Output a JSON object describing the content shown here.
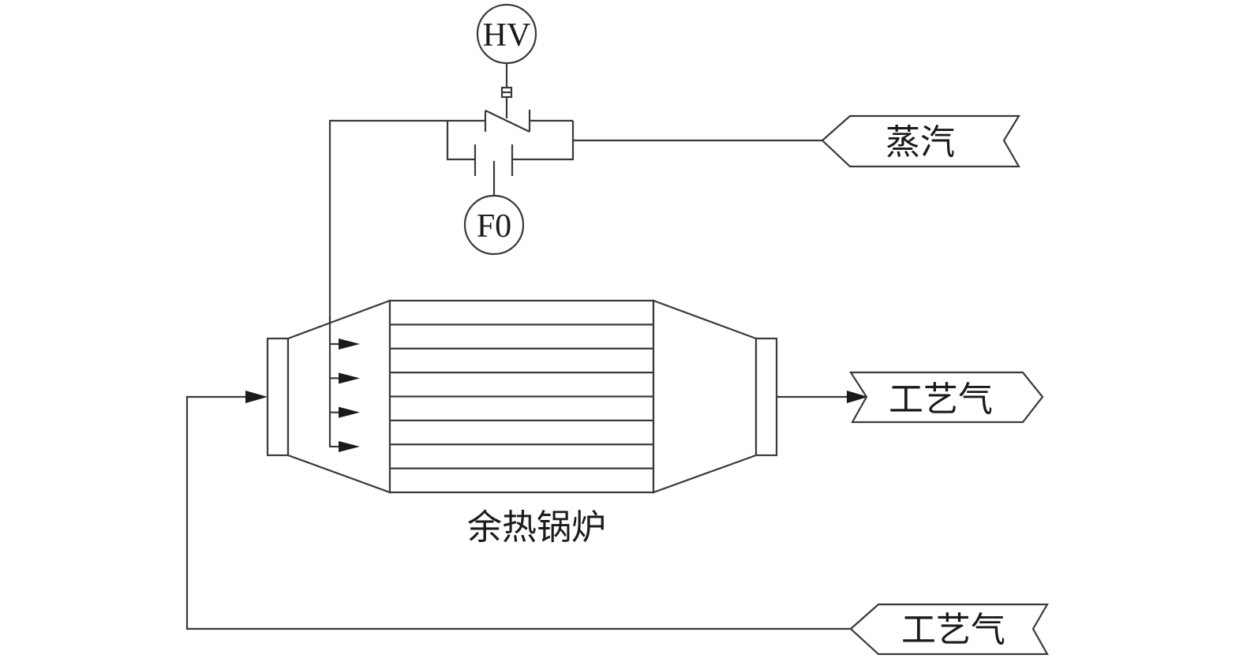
{
  "diagram": {
    "type": "process-flow",
    "instruments": {
      "hv": {
        "label": "HV"
      },
      "f0": {
        "label": "F0"
      }
    },
    "tags": {
      "steam": {
        "label": "蒸汽",
        "direction": "inlet"
      },
      "process_gas_out": {
        "label": "工艺气",
        "direction": "outlet"
      },
      "process_gas_in": {
        "label": "工艺气",
        "direction": "inlet"
      }
    },
    "equipment": {
      "boiler": {
        "label": "余热锅炉",
        "tube_rows": 8
      }
    },
    "steam_injection_arrows": 4,
    "colors": {
      "line": "#3a3a3a",
      "arrow": "#1a1a1a",
      "background": "#ffffff"
    }
  }
}
